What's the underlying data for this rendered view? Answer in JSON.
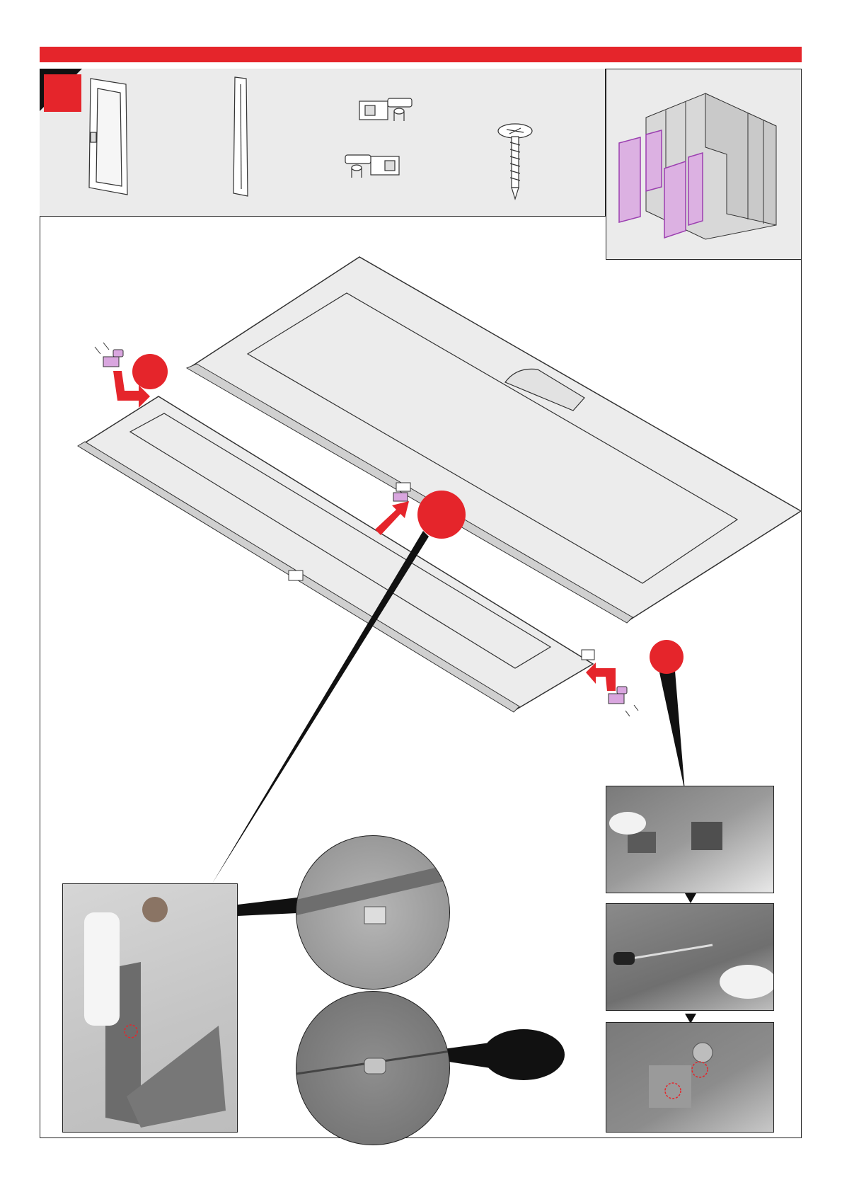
{
  "colors": {
    "accent": "#e5252b",
    "hardware": "#d9a6df",
    "panel_fill": "#ececec",
    "outline": "#333333",
    "photo_gray": "#6a6a6a",
    "callout": "#111111"
  },
  "parts": [
    {
      "name": "door-panel-part"
    },
    {
      "name": "narrow-door-panel-part"
    },
    {
      "name": "hinge-part-top"
    },
    {
      "name": "hinge-part-bottom"
    },
    {
      "name": "screw-part"
    }
  ],
  "icons": [
    "door-panel-icon",
    "narrow-panel-icon",
    "hinge-icon",
    "screw-icon",
    "arrow-icon",
    "shed-icon"
  ],
  "markers": [
    {
      "name": "marker-a"
    },
    {
      "name": "marker-b"
    },
    {
      "name": "marker-c"
    }
  ],
  "photos": [
    {
      "name": "photo-worker-assembly"
    },
    {
      "name": "photo-hinge-closeup"
    },
    {
      "name": "photo-hinge-assembled"
    },
    {
      "name": "photo-hinge-insert"
    },
    {
      "name": "photo-screwdriver"
    },
    {
      "name": "photo-screws-highlighted"
    }
  ]
}
